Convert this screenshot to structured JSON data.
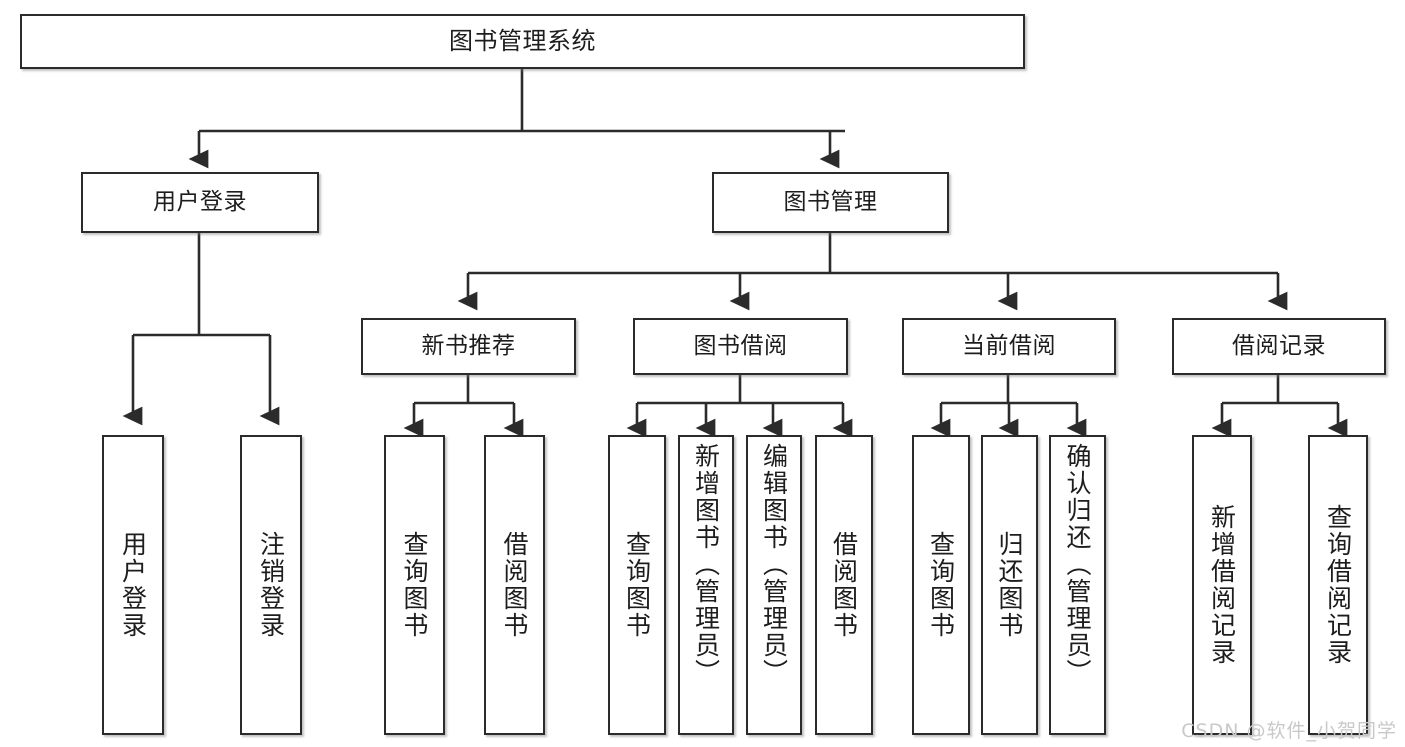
{
  "diagram": {
    "title": "图书管理系统",
    "type": "tree",
    "watermark": "CSDN @软件_小贺同学",
    "colors": {
      "background": "#ffffff",
      "box_border": "#2b2b2b",
      "box_fill": "#ffffff",
      "connector": "#2b2b2b",
      "text": "#1d1d1d",
      "watermark": "#c9c9c9"
    },
    "nodes": {
      "root": {
        "label": "图书管理系统"
      },
      "level1": [
        {
          "id": "user-login",
          "label": "用户登录"
        },
        {
          "id": "book-management",
          "label": "图书管理"
        }
      ],
      "level2": [
        {
          "id": "new-book-recommend",
          "label": "新书推荐"
        },
        {
          "id": "book-borrow",
          "label": "图书借阅"
        },
        {
          "id": "current-borrow",
          "label": "当前借阅"
        },
        {
          "id": "borrow-record",
          "label": "借阅记录"
        }
      ],
      "leaves": {
        "user_login": [
          {
            "id": "leaf-user-login",
            "label": "用户登录"
          },
          {
            "id": "leaf-logout-login",
            "label": "注销登录"
          }
        ],
        "new_book_recommend": [
          {
            "id": "leaf-query-book-1",
            "label": "查询图书"
          },
          {
            "id": "leaf-borrow-book-1",
            "label": "借阅图书"
          }
        ],
        "book_borrow": [
          {
            "id": "leaf-query-book-2",
            "label": "查询图书"
          },
          {
            "id": "leaf-add-book",
            "label": "新增图书（管理员）"
          },
          {
            "id": "leaf-edit-book",
            "label": "编辑图书（管理员）"
          },
          {
            "id": "leaf-borrow-book-2",
            "label": "借阅图书"
          }
        ],
        "current_borrow": [
          {
            "id": "leaf-query-book-3",
            "label": "查询图书"
          },
          {
            "id": "leaf-return-book",
            "label": "归还图书"
          },
          {
            "id": "leaf-confirm-return",
            "label": "确认归还（管理员）"
          }
        ],
        "borrow_record": [
          {
            "id": "leaf-add-record",
            "label": "新增借阅记录"
          },
          {
            "id": "leaf-query-record",
            "label": "查询借阅记录"
          }
        ]
      }
    }
  }
}
